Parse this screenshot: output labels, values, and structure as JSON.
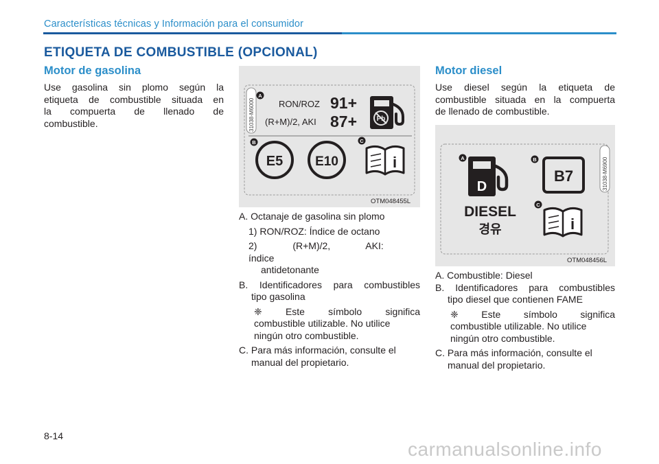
{
  "header": {
    "section": "Características técnicas y Información para el consumidor"
  },
  "title": "ETIQUETA DE COMBUSTIBLE (OPCIONAL)",
  "gasoline": {
    "heading": "Motor de gasolina",
    "intro_lines": [
      "Use gasolina sin plomo según la",
      "etiqueta de combustible situada en",
      "la compuerta de llenado de",
      "combustible."
    ],
    "label": {
      "code": "31038-M6000",
      "ron_label": "RON/ROZ",
      "ron_value": "91+",
      "aki_label": "(R+M)/2, AKI",
      "aki_value": "87+",
      "e5": "E5",
      "e10": "E10",
      "pb": "Pb",
      "marker_a": "A",
      "marker_b": "B",
      "marker_c": "C"
    },
    "caption": "OTM048455L",
    "items": {
      "a": "A. Octanaje de gasolina sin plomo",
      "a1": "1) RON/ROZ: Índice de octano",
      "a2_l1": "2) (R+M)/2, AKI: índice",
      "a2_l2": "antidetonante",
      "b_l1": "B. Identificadores para combustibles",
      "b_l2": "tipo gasolina",
      "b_note_l1": "❈ Este símbolo significa",
      "b_note_l2": "combustible utilizable. No utilice",
      "b_note_l3": "ningún otro combustible.",
      "c_l1": "C. Para más información, consulte el",
      "c_l2": "manual del propietario."
    }
  },
  "diesel": {
    "heading": "Motor diesel",
    "intro_lines": [
      "Use diesel según la etiqueta de",
      "combustible situada en la compuerta",
      "de llenado de combustible."
    ],
    "label": {
      "code": "31038-M6900",
      "pump_letter": "D",
      "diesel_text": "DIESEL",
      "korean_text": "경유",
      "b7": "B7",
      "marker_a": "A",
      "marker_b": "B",
      "marker_c": "C"
    },
    "caption": "OTM048456L",
    "items": {
      "a": "A. Combustible: Diesel",
      "b_l1": "B. Identificadores para combustibles",
      "b_l2": "tipo diesel que contienen FAME",
      "b_note_l1": "❈ Este símbolo significa",
      "b_note_l2": "combustible utilizable. No utilice",
      "b_note_l3": "ningún otro combustible.",
      "c_l1": "C. Para más información, consulte el",
      "c_l2": "manual del propietario."
    }
  },
  "page_number": "8-14",
  "watermark": "carmanualsonline.info",
  "colors": {
    "heading_blue": "#2b8ec9",
    "title_blue": "#1a5a9e",
    "panel_gray": "#e6e6e6",
    "text": "#231f20"
  }
}
